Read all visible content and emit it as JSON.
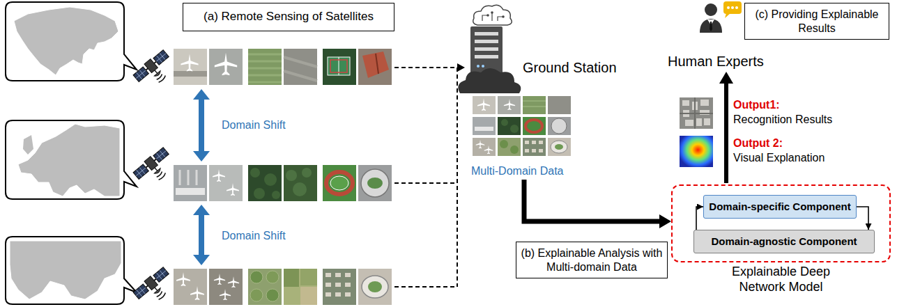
{
  "diagram": {
    "nodes": [
      {
        "text": [
          "(a) Remote Sensing of Satellites"
        ]
      },
      {
        "text": [
          "(c) Providing Explainable Results"
        ]
      },
      {
        "text": [
          "Explainable Deep Network Model"
        ]
      },
      {
        "text": [
          "Domain-specific Component"
        ],
        "in": 2
      },
      {
        "text": [
          "Domain-agnostic Component"
        ],
        "in": 2
      },
      {
        "text": [
          "(b) Explainable Analysis with Multi-domain Data"
        ]
      }
    ],
    "edges": [
      {
        "from": 4,
        "to": 3,
        "arrow": "to"
      },
      {
        "from": 3,
        "to": 4,
        "arrow": "to"
      }
    ],
    "labels": [
      "Domain Shift",
      "Domain Shift",
      "Ground Station",
      "Multi-Domain Data",
      "Human Experts",
      "Output1:",
      "Recognition Results",
      "Output 2:",
      "Visual Explanation"
    ]
  }
}
